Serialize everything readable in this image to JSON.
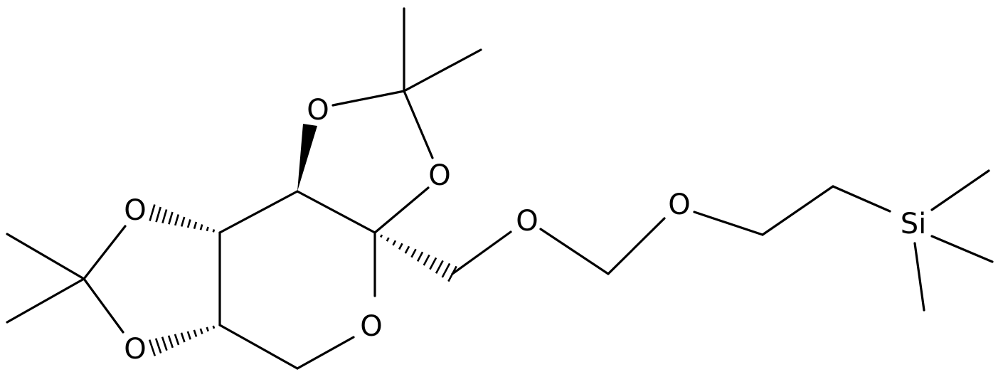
{
  "molecule": {
    "atoms": {
      "o1": "O",
      "o2": "O",
      "o3": "O",
      "o4": "O",
      "o5": "O",
      "o6": "O",
      "o7": "O",
      "si": "Si"
    }
  }
}
